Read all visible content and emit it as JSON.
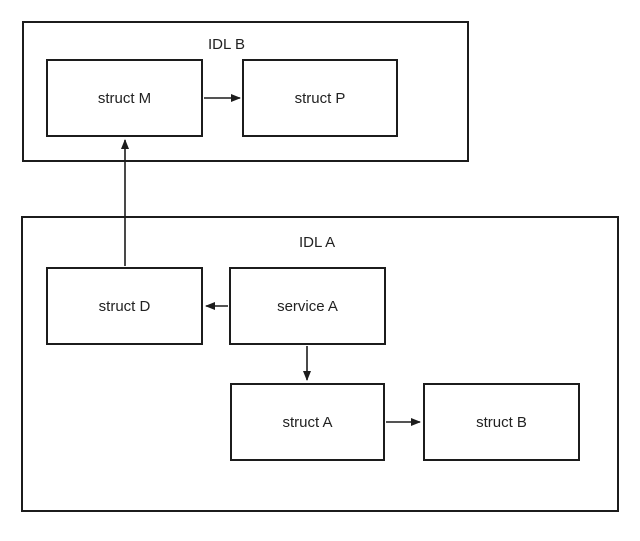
{
  "diagram": {
    "background": "#ffffff",
    "stroke_color": "#1c1c1c",
    "text_color": "#222222",
    "groups": {
      "idl_b": {
        "title": "IDL B"
      },
      "idl_a": {
        "title": "IDL A"
      }
    },
    "nodes": {
      "struct_m": {
        "label": "struct M",
        "group": "IDL B"
      },
      "struct_p": {
        "label": "struct P",
        "group": "IDL B"
      },
      "struct_d": {
        "label": "struct D",
        "group": "IDL A"
      },
      "service_a": {
        "label": "service A",
        "group": "IDL A"
      },
      "struct_a": {
        "label": "struct A",
        "group": "IDL A"
      },
      "struct_b": {
        "label": "struct B",
        "group": "IDL A"
      }
    },
    "edges": [
      {
        "from": "struct M",
        "to": "struct P",
        "direction": "right"
      },
      {
        "from": "struct D",
        "to": "struct M",
        "direction": "up"
      },
      {
        "from": "service A",
        "to": "struct D",
        "direction": "left"
      },
      {
        "from": "service A",
        "to": "struct A",
        "direction": "down"
      },
      {
        "from": "struct A",
        "to": "struct B",
        "direction": "right"
      }
    ]
  }
}
